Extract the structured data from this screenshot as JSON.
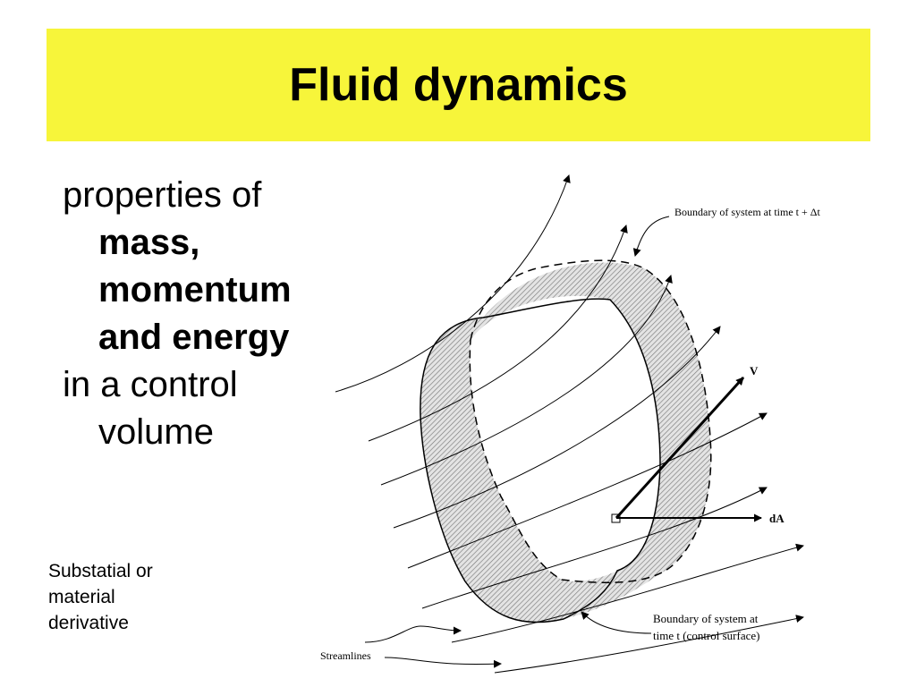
{
  "slide": {
    "title": "Fluid dynamics",
    "bullet1_prefix": "properties of ",
    "bullet1_strong": "mass, momentum and energy",
    "bullet2": "in a control volume",
    "note": "Substatial or material derivative"
  },
  "diagram": {
    "label_boundary_t_dt": "Boundary of system at time t + Δt",
    "label_v": "V",
    "label_da": "dA",
    "label_boundary_t_line1": "Boundary of system at",
    "label_boundary_t_line2": "time t (control surface)",
    "label_streamlines": "Streamlines"
  },
  "colors": {
    "title_background": "#f7f53a",
    "text": "#000000",
    "background": "#ffffff"
  }
}
